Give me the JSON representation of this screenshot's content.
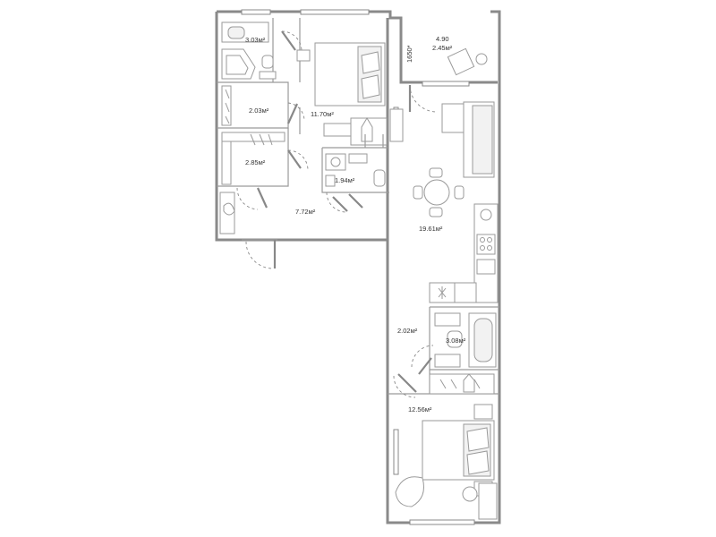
{
  "rooms": [
    {
      "id": "bathroom-top",
      "area": "3.03м²"
    },
    {
      "id": "closet-1",
      "area": "2.03м²"
    },
    {
      "id": "closet-2",
      "area": "2.85м²"
    },
    {
      "id": "bedroom-1",
      "area": "11.70м²"
    },
    {
      "id": "wc",
      "area": "1.94м²"
    },
    {
      "id": "hallway",
      "area": "7.72м²"
    },
    {
      "id": "balcony",
      "area": "2.45м²",
      "width": "4.90",
      "depth": "1650*"
    },
    {
      "id": "living-kitchen",
      "area": "19.61м²"
    },
    {
      "id": "corridor",
      "area": "2.02м²"
    },
    {
      "id": "bathroom-bottom",
      "area": "3.08м²"
    },
    {
      "id": "bedroom-2",
      "area": "12.56м²"
    }
  ],
  "colors": {
    "wall": "#8a8a8a",
    "furniture": "#9a9a9a",
    "text": "#333333"
  }
}
